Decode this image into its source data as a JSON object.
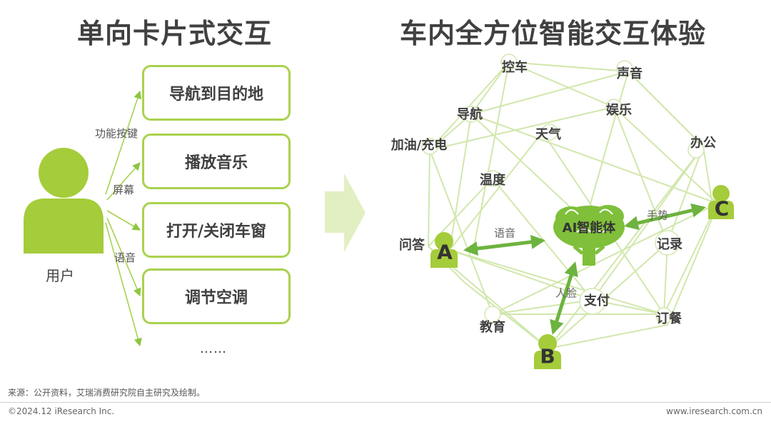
{
  "titles": {
    "left": "单向卡片式交互",
    "right": "车内全方位智能交互体验"
  },
  "left_panel": {
    "user_label": "用户",
    "input_modes": [
      "功能按键",
      "屏幕",
      "语音"
    ],
    "cards": [
      "导航到目的地",
      "播放音乐",
      "打开/关闭车窗",
      "调节空调"
    ],
    "ellipsis": "……"
  },
  "right_panel": {
    "nodes": [
      "控车",
      "声音",
      "导航",
      "娱乐",
      "天气",
      "加油/充电",
      "办公",
      "温度",
      "问答",
      "记录",
      "支付",
      "订餐",
      "教育"
    ],
    "center_label": "AI智能体",
    "persons": [
      "A",
      "B",
      "C"
    ],
    "edge_labels": [
      "语音",
      "手势",
      "人脸"
    ]
  },
  "colors": {
    "accent": "#8cc63f",
    "person": "#a5cc3a",
    "card_border": "#a9d24e",
    "big_arrow": "#e2efc2"
  },
  "footer": {
    "source": "来源：公开资料，艾瑞消费研究院自主研究及绘制。",
    "copyright": "©2024.12 iResearch Inc.",
    "website": "www.iresearch.com.cn"
  }
}
